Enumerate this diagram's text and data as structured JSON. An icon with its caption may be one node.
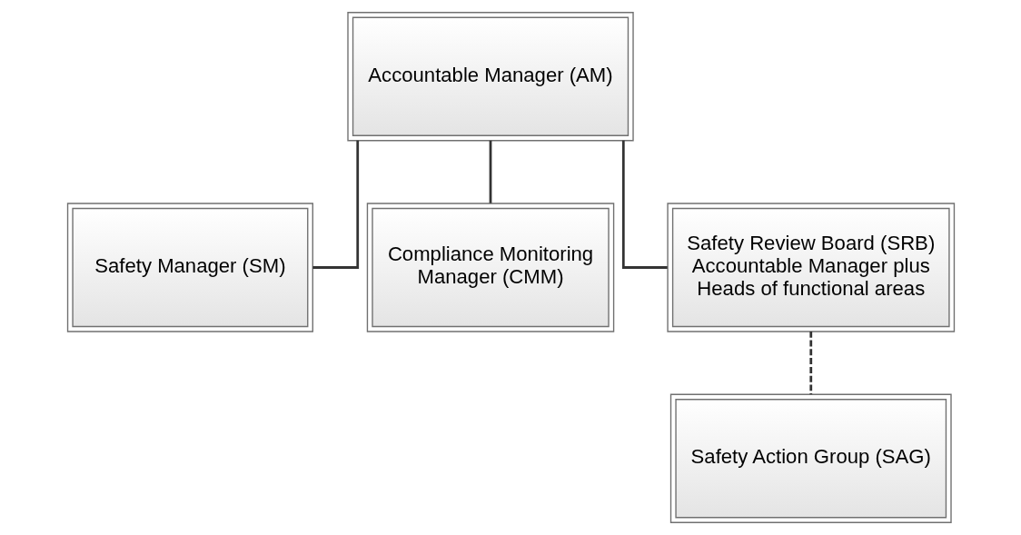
{
  "diagram": {
    "nodes": [
      {
        "text": [
          "Accountable Manager (AM)"
        ]
      },
      {
        "text": [
          "Safety Manager (SM)"
        ]
      },
      {
        "text": [
          "Compliance Monitoring Manager (CMM)"
        ]
      },
      {
        "text": [
          "Safety Review Board (SRB)",
          "Accountable Manager plus Heads of functional areas"
        ]
      },
      {
        "text": [
          "Safety Action Group (SAG)"
        ]
      }
    ],
    "edges": [
      {
        "from": 0,
        "to": 1,
        "arrow": "none"
      },
      {
        "from": 0,
        "to": 2,
        "arrow": "none"
      },
      {
        "from": 0,
        "to": 3,
        "arrow": "none"
      },
      {
        "from": 3,
        "to": 4,
        "arrow": "none",
        "style": "dashed"
      }
    ]
  }
}
